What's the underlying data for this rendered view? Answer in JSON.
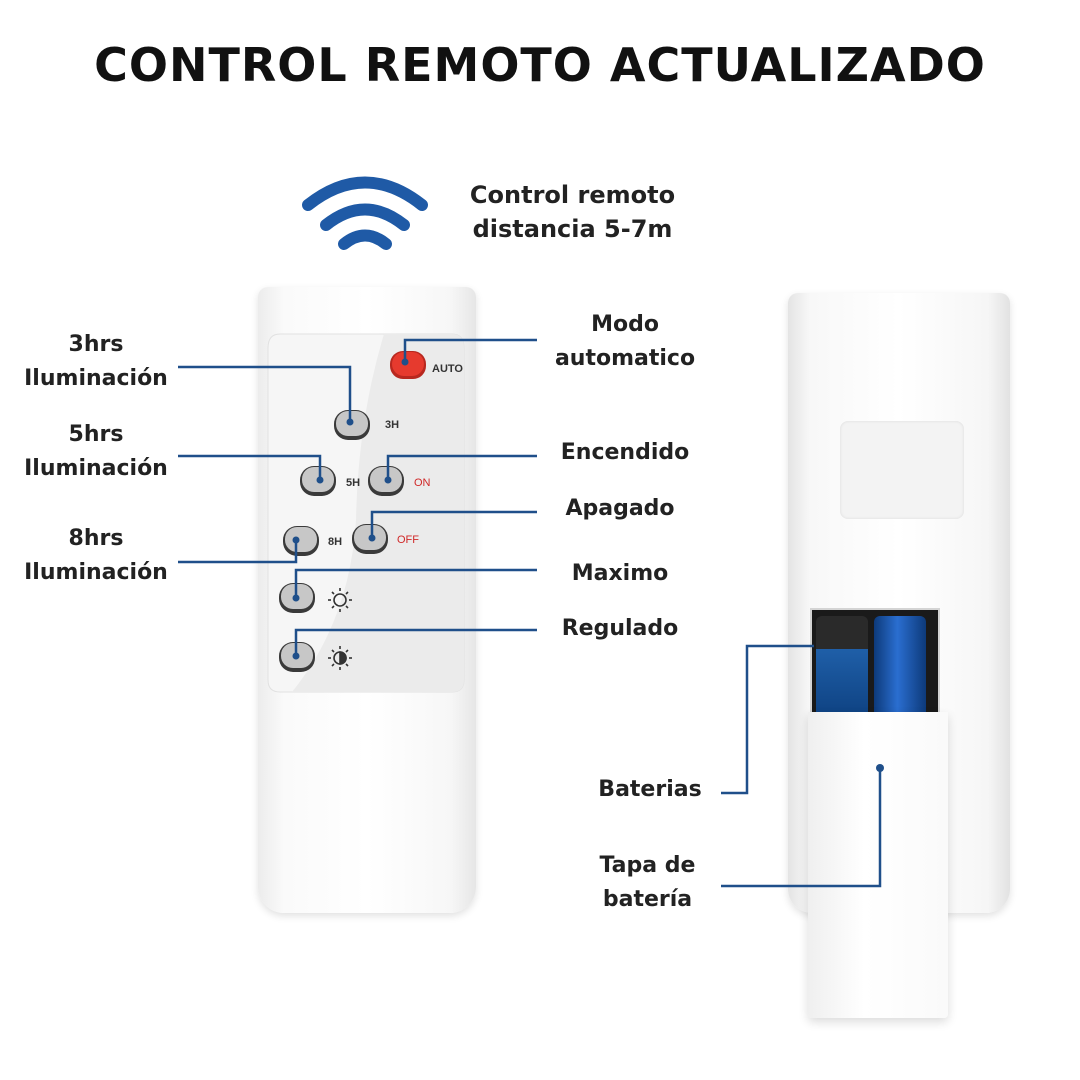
{
  "title": "CONTROL REMOTO ACTUALIZADO",
  "signal": {
    "line1": "Control remoto",
    "line2": "distancia 5-7m",
    "icon": "wifi-signal-icon",
    "color": "#1f5aa6"
  },
  "callouts_left": [
    {
      "line1": "3hrs",
      "line2": "Iluminación"
    },
    {
      "line1": "5hrs",
      "line2": "Iluminación"
    },
    {
      "line1": "8hrs",
      "line2": "Iluminación"
    }
  ],
  "callouts_right": [
    {
      "line1": "Modo",
      "line2": "automatico"
    },
    {
      "line1": "Encendido"
    },
    {
      "line1": "Apagado"
    },
    {
      "line1": "Maximo"
    },
    {
      "line1": "Regulado"
    }
  ],
  "callouts_back": [
    {
      "line1": "Baterias"
    },
    {
      "line1": "Tapa de",
      "line2": "batería"
    }
  ],
  "buttons": {
    "auto": "AUTO",
    "h3": "3H",
    "h5": "5H",
    "on": "ON",
    "h8": "8H",
    "off": "OFF"
  },
  "colors": {
    "leader": "#1f4f8a",
    "auto_button": "#e63a2e",
    "on_off_text": "#d02828"
  }
}
